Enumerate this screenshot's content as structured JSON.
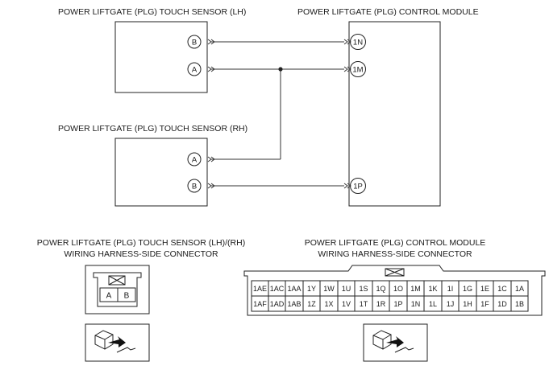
{
  "lh_sensor": {
    "title": "POWER LIFTGATE (PLG) TOUCH SENSOR (LH)",
    "pins": [
      "B",
      "A"
    ]
  },
  "rh_sensor": {
    "title": "POWER LIFTGATE (PLG) TOUCH SENSOR (RH)",
    "pins": [
      "A",
      "B"
    ]
  },
  "control_module": {
    "title": "POWER LIFTGATE (PLG) CONTROL MODULE",
    "pins": [
      "1N",
      "1M",
      "1P"
    ]
  },
  "sensor_connector": {
    "title_line1": "POWER LIFTGATE (PLG) TOUCH SENSOR (LH)/(RH)",
    "title_line2": "WIRING HARNESS-SIDE CONNECTOR",
    "terminals": [
      "A",
      "B"
    ]
  },
  "module_connector": {
    "title_line1": "POWER LIFTGATE (PLG) CONTROL MODULE",
    "title_line2": "WIRING HARNESS-SIDE CONNECTOR",
    "row1": [
      "1AE",
      "1AC",
      "1AA",
      "1Y",
      "1W",
      "1U",
      "1S",
      "1Q",
      "1O",
      "1M",
      "1K",
      "1I",
      "1G",
      "1E",
      "1C",
      "1A"
    ],
    "row2": [
      "1AF",
      "1AD",
      "1AB",
      "1Z",
      "1X",
      "1V",
      "1T",
      "1R",
      "1P",
      "1N",
      "1L",
      "1J",
      "1H",
      "1F",
      "1D",
      "1B"
    ]
  }
}
